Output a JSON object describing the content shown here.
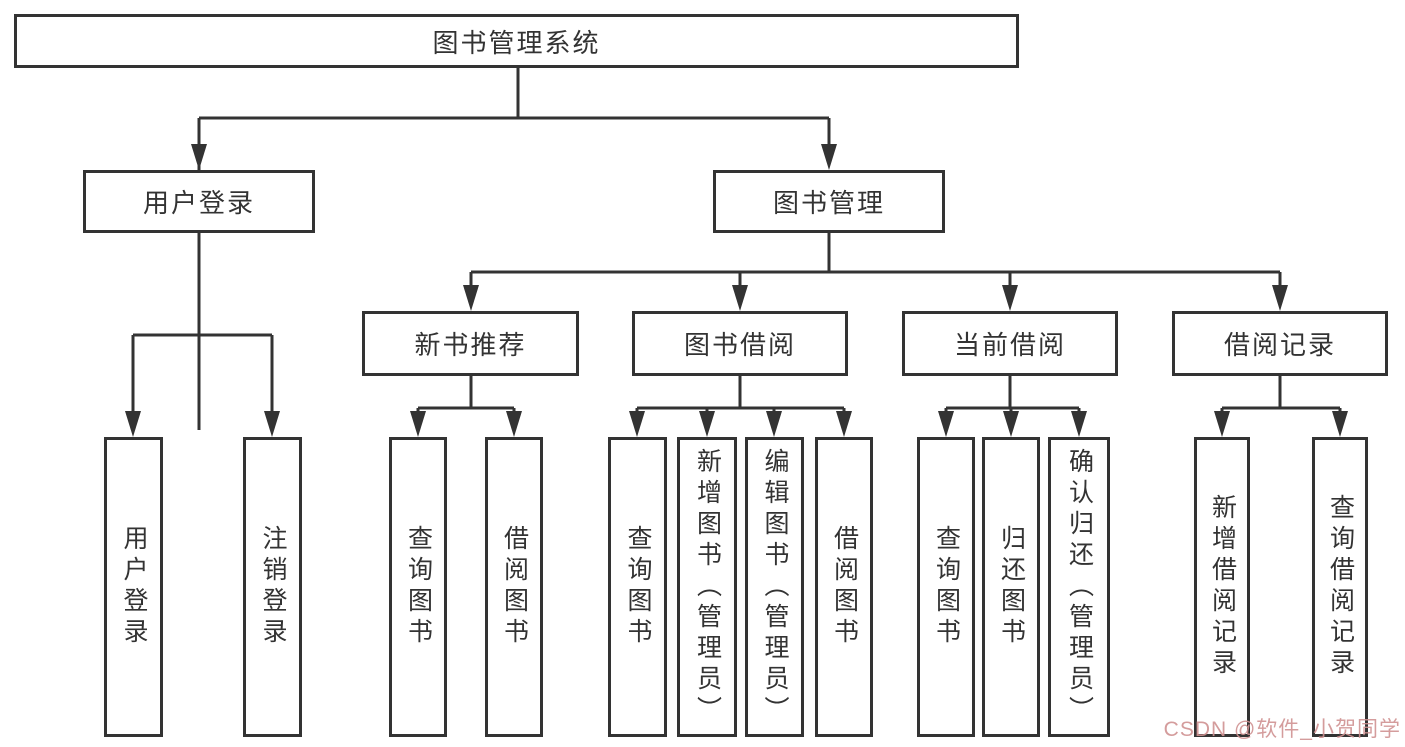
{
  "diagram": {
    "title": "图书管理系统",
    "branches": [
      {
        "label": "用户登录",
        "children": [
          "用户登录",
          "注销登录"
        ]
      },
      {
        "label": "图书管理",
        "children": [
          {
            "label": "新书推荐",
            "children": [
              "查询图书",
              "借阅图书"
            ]
          },
          {
            "label": "图书借阅",
            "children": [
              "查询图书",
              "新增图书（管理员）",
              "编辑图书（管理员）",
              "借阅图书"
            ]
          },
          {
            "label": "当前借阅",
            "children": [
              "查询图书",
              "归还图书",
              "确认归还（管理员）"
            ]
          },
          {
            "label": "借阅记录",
            "children": [
              "新增借阅记录",
              "查询借阅记录"
            ]
          }
        ]
      }
    ]
  },
  "watermark": {
    "text": "CSDN @软件_小贺同学"
  },
  "colors": {
    "line": "#333333",
    "box_border": "#333333",
    "text": "#333333",
    "watermark": "#cf9191",
    "background": "#ffffff"
  }
}
